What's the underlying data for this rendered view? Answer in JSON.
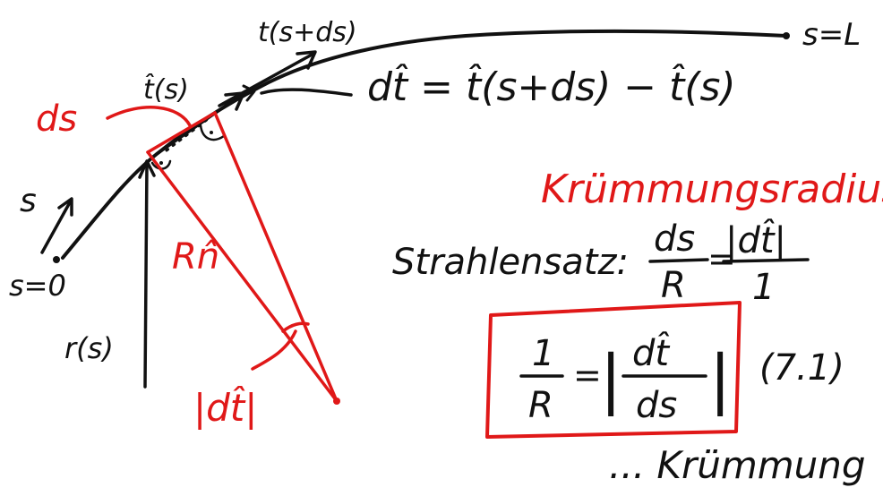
{
  "labels": {
    "s_end": "s=L",
    "s_start": "s=0",
    "s_param": "s",
    "t_next": "t(s+ds)",
    "t_hat": "t̂(s)",
    "ds": "ds",
    "rn": "Rn̂",
    "r_s": "r(s)",
    "dt_abs": "|dt̂|",
    "dt_def": "dt̂ = t̂(s+ds) − t̂(s)",
    "question": "Krümmungsradius?",
    "strahlensatz_label": "Strahlensatz:",
    "frac_ds": "ds",
    "frac_R": "R",
    "frac_eq": "=",
    "frac_dt_abs": "|dt̂|",
    "frac_one": "1",
    "box_one": "1",
    "box_R": "R",
    "box_eq": "=",
    "box_dt": "dt̂",
    "box_ds": "ds",
    "eq_number": "(7.1)",
    "curvature": "... Krümmung"
  },
  "colors": {
    "black": "#111111",
    "red": "#e01818"
  }
}
